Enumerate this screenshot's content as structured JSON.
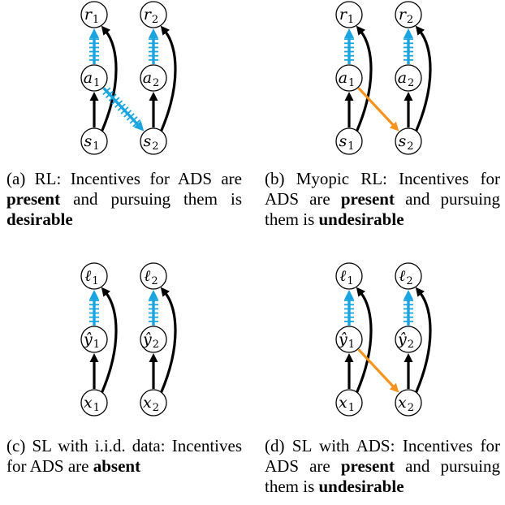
{
  "colors": {
    "cyan": "#1BA5E0",
    "orange": "#F7931E",
    "black": "#000000"
  },
  "panels": [
    {
      "id": "a",
      "nodes": {
        "top1": [
          "r",
          "1"
        ],
        "top2": [
          "r",
          "2"
        ],
        "mid1": [
          "a",
          "1"
        ],
        "mid2": [
          "a",
          "2"
        ],
        "bot1": [
          "s",
          "1"
        ],
        "bot2": [
          "s",
          "2"
        ]
      },
      "cross_edge": "cyan",
      "caption": {
        "tag": "(a)",
        "pre": "RL: Incentives for ADS are",
        "bold1": "present",
        "mid": "and pursuing them is",
        "bold2": "desirable",
        "post": ""
      }
    },
    {
      "id": "b",
      "nodes": {
        "top1": [
          "r",
          "1"
        ],
        "top2": [
          "r",
          "2"
        ],
        "mid1": [
          "a",
          "1"
        ],
        "mid2": [
          "a",
          "2"
        ],
        "bot1": [
          "s",
          "1"
        ],
        "bot2": [
          "s",
          "2"
        ]
      },
      "cross_edge": "orange",
      "caption": {
        "tag": "(b)",
        "pre": "Myopic RL: Incentives for ADS are",
        "bold1": "present",
        "mid": "and pursuing them is",
        "bold2": "undesirable",
        "post": ""
      }
    },
    {
      "id": "c",
      "nodes": {
        "top1": [
          "ℓ",
          "1"
        ],
        "top2": [
          "ℓ",
          "2"
        ],
        "mid1": [
          "ŷ",
          "1"
        ],
        "mid2": [
          "ŷ",
          "2"
        ],
        "bot1": [
          "x",
          "1"
        ],
        "bot2": [
          "x",
          "2"
        ]
      },
      "cross_edge": "none",
      "caption": {
        "tag": "(c)",
        "pre": "SL with i.i.d. data: Incentives for ADS are",
        "bold1": "absent",
        "mid": "",
        "bold2": "",
        "post": ""
      }
    },
    {
      "id": "d",
      "nodes": {
        "top1": [
          "ℓ",
          "1"
        ],
        "top2": [
          "ℓ",
          "2"
        ],
        "mid1": [
          "ŷ",
          "1"
        ],
        "mid2": [
          "ŷ",
          "2"
        ],
        "bot1": [
          "x",
          "1"
        ],
        "bot2": [
          "x",
          "2"
        ]
      },
      "cross_edge": "orange",
      "caption": {
        "tag": "(d)",
        "pre": "SL with ADS: Incentives for ADS are",
        "bold1": "present",
        "mid": "and pursuing them is",
        "bold2": "undesirable",
        "post": ""
      }
    }
  ]
}
